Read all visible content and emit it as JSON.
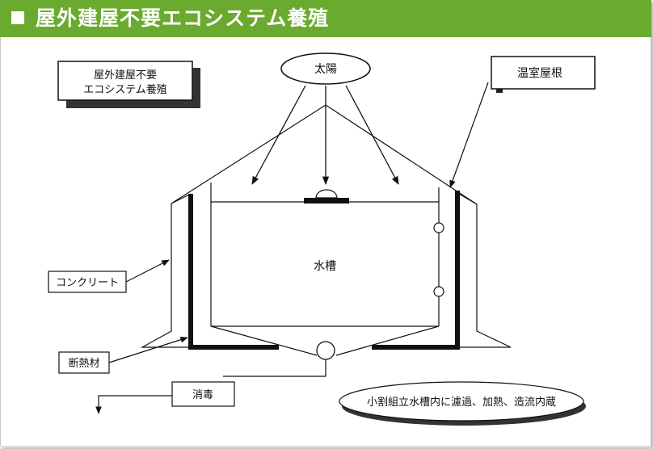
{
  "header": {
    "title": "屋外建屋不要エコシステム養殖",
    "bar_color": "#6aaa2e"
  },
  "diagram": {
    "title_box": {
      "line1": "屋外建屋不要",
      "line2": "エコシステム養殖"
    },
    "labels": {
      "sun": "太陽",
      "greenhouse_roof": "温室屋根",
      "tank": "水槽",
      "concrete": "コンクリート",
      "insulation": "断熱材",
      "disinfection": "消毒",
      "note": "小割組立水槽内に濾過、加熱、造流内蔵"
    }
  }
}
